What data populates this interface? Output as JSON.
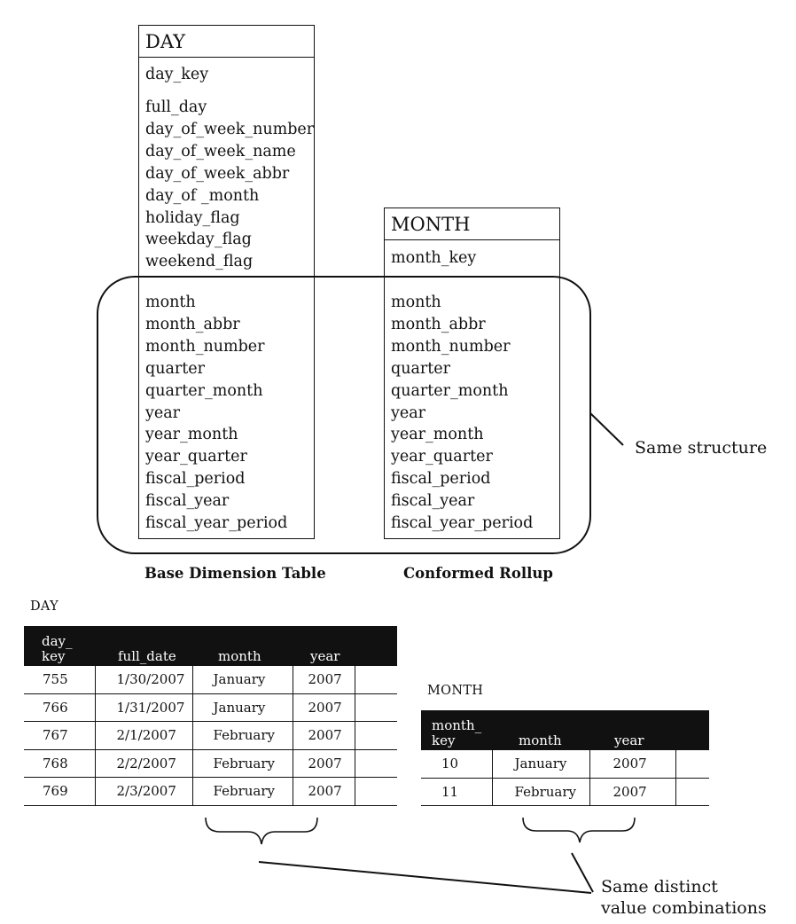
{
  "day_entity": {
    "title": "DAY",
    "key": "day_key",
    "attributes": [
      "full_day",
      "day_of_week_number",
      "day_of_week_name",
      "day_of_week_abbr",
      "day_of _month",
      "holiday_flag",
      "weekday_flag",
      "weekend_flag"
    ],
    "shared": [
      "month",
      "month_abbr",
      "month_number",
      "quarter",
      "quarter_month",
      "year",
      "year_month",
      "year_quarter",
      "fiscal_period",
      "fiscal_year",
      "fiscal_year_period"
    ]
  },
  "month_entity": {
    "title": "MONTH",
    "key": "month_key",
    "shared": [
      "month",
      "month_abbr",
      "month_number",
      "quarter",
      "quarter_month",
      "year",
      "year_month",
      "year_quarter",
      "fiscal_period",
      "fiscal_year",
      "fiscal_year_period"
    ]
  },
  "captions": {
    "base": "Base Dimension Table",
    "rollup": "Conformed Rollup"
  },
  "annotations": {
    "same_structure": "Same structure",
    "same_distinct_line1": "Same distinct",
    "same_distinct_line2": "value combinations"
  },
  "day_table": {
    "label": "DAY",
    "headers": [
      "day_\nkey",
      "full_date",
      "month",
      "year",
      ""
    ],
    "rows": [
      [
        "755",
        "1/30/2007",
        "January",
        "2007",
        ""
      ],
      [
        "766",
        "1/31/2007",
        "January",
        "2007",
        ""
      ],
      [
        "767",
        "2/1/2007",
        "February",
        "2007",
        ""
      ],
      [
        "768",
        "2/2/2007",
        "February",
        "2007",
        ""
      ],
      [
        "769",
        "2/3/2007",
        "February",
        "2007",
        ""
      ]
    ]
  },
  "month_table": {
    "label": "MONTH",
    "headers": [
      "month_\nkey",
      "month",
      "year",
      ""
    ],
    "rows": [
      [
        "10",
        "January",
        "2007",
        ""
      ],
      [
        "11",
        "February",
        "2007",
        ""
      ]
    ]
  }
}
